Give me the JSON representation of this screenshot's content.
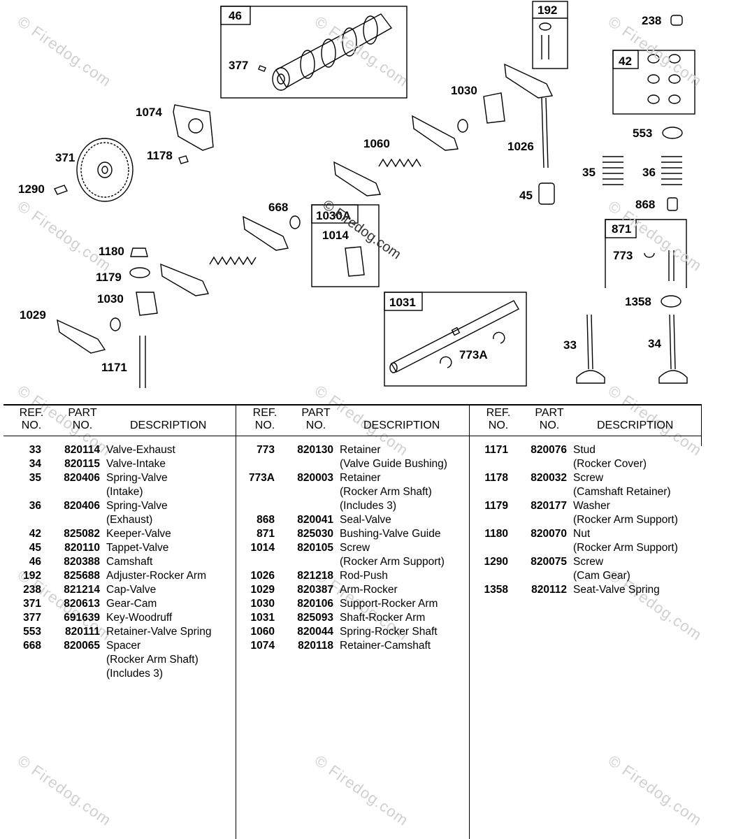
{
  "watermark": "© Firedog.com",
  "diagram": {
    "boxes": [
      {
        "id": "box-46",
        "label": "46"
      },
      {
        "id": "box-192",
        "label": "192"
      },
      {
        "id": "box-42",
        "label": "42"
      },
      {
        "id": "box-1030a",
        "label": "1030A"
      },
      {
        "id": "box-871",
        "label": "871"
      },
      {
        "id": "box-1031",
        "label": "1031"
      }
    ],
    "callouts": [
      "238",
      "377",
      "1030",
      "1074",
      "1026",
      "553",
      "1060",
      "371",
      "1178",
      "35",
      "36",
      "1290",
      "45",
      "868",
      "668",
      "1014",
      "1180",
      "773",
      "1179",
      "1030",
      "1358",
      "1029",
      "773A",
      "33",
      "34",
      "1171"
    ]
  },
  "table": {
    "headers": {
      "ref": [
        "REF.",
        "NO."
      ],
      "part": [
        "PART",
        "NO."
      ],
      "desc": "DESCRIPTION"
    },
    "columns": [
      [
        {
          "ref": "33",
          "part": "820114",
          "desc": [
            "Valve-Exhaust"
          ]
        },
        {
          "ref": "34",
          "part": "820115",
          "desc": [
            "Valve-Intake"
          ]
        },
        {
          "ref": "35",
          "part": "820406",
          "desc": [
            "Spring-Valve",
            "(Intake)"
          ]
        },
        {
          "ref": "36",
          "part": "820406",
          "desc": [
            "Spring-Valve",
            "(Exhaust)"
          ]
        },
        {
          "ref": "42",
          "part": "825082",
          "desc": [
            "Keeper-Valve"
          ]
        },
        {
          "ref": "45",
          "part": "820110",
          "desc": [
            "Tappet-Valve"
          ]
        },
        {
          "ref": "46",
          "part": "820388",
          "desc": [
            "Camshaft"
          ]
        },
        {
          "ref": "192",
          "part": "825688",
          "desc": [
            "Adjuster-Rocker Arm"
          ]
        },
        {
          "ref": "238",
          "part": "821214",
          "desc": [
            "Cap-Valve"
          ]
        },
        {
          "ref": "371",
          "part": "820613",
          "desc": [
            "Gear-Cam"
          ]
        },
        {
          "ref": "377",
          "part": "691639",
          "desc": [
            "Key-Woodruff"
          ]
        },
        {
          "ref": "553",
          "part": "820111",
          "desc": [
            "Retainer-Valve Spring"
          ]
        },
        {
          "ref": "668",
          "part": "820065",
          "desc": [
            "Spacer",
            "(Rocker Arm Shaft)",
            "(Includes 3)"
          ]
        }
      ],
      [
        {
          "ref": "773",
          "part": "820130",
          "desc": [
            "Retainer",
            "(Valve Guide Bushing)"
          ]
        },
        {
          "ref": "773A",
          "part": "820003",
          "desc": [
            "Retainer",
            "(Rocker Arm Shaft)",
            "(Includes 3)"
          ]
        },
        {
          "ref": "868",
          "part": "820041",
          "desc": [
            "Seal-Valve"
          ]
        },
        {
          "ref": "871",
          "part": "825030",
          "desc": [
            "Bushing-Valve Guide"
          ]
        },
        {
          "ref": "1014",
          "part": "820105",
          "desc": [
            "Screw",
            "(Rocker Arm Support)"
          ]
        },
        {
          "ref": "1026",
          "part": "821218",
          "desc": [
            "Rod-Push"
          ]
        },
        {
          "ref": "1029",
          "part": "820387",
          "desc": [
            "Arm-Rocker"
          ]
        },
        {
          "ref": "1030",
          "part": "820106",
          "desc": [
            "Support-Rocker Arm"
          ]
        },
        {
          "ref": "1031",
          "part": "825093",
          "desc": [
            "Shaft-Rocker Arm"
          ]
        },
        {
          "ref": "1060",
          "part": "820044",
          "desc": [
            "Spring-Rocker Shaft"
          ]
        },
        {
          "ref": "1074",
          "part": "820118",
          "desc": [
            "Retainer-Camshaft"
          ]
        }
      ],
      [
        {
          "ref": "1171",
          "part": "820076",
          "desc": [
            "Stud",
            "(Rocker Cover)"
          ]
        },
        {
          "ref": "1178",
          "part": "820032",
          "desc": [
            "Screw",
            "(Camshaft Retainer)"
          ]
        },
        {
          "ref": "1179",
          "part": "820177",
          "desc": [
            "Washer",
            "(Rocker Arm Support)"
          ]
        },
        {
          "ref": "1180",
          "part": "820070",
          "desc": [
            "Nut",
            "(Rocker Arm Support)"
          ]
        },
        {
          "ref": "1290",
          "part": "820075",
          "desc": [
            "Screw",
            "(Cam Gear)"
          ]
        },
        {
          "ref": "1358",
          "part": "820112",
          "desc": [
            "Seat-Valve Spring"
          ]
        }
      ]
    ]
  }
}
